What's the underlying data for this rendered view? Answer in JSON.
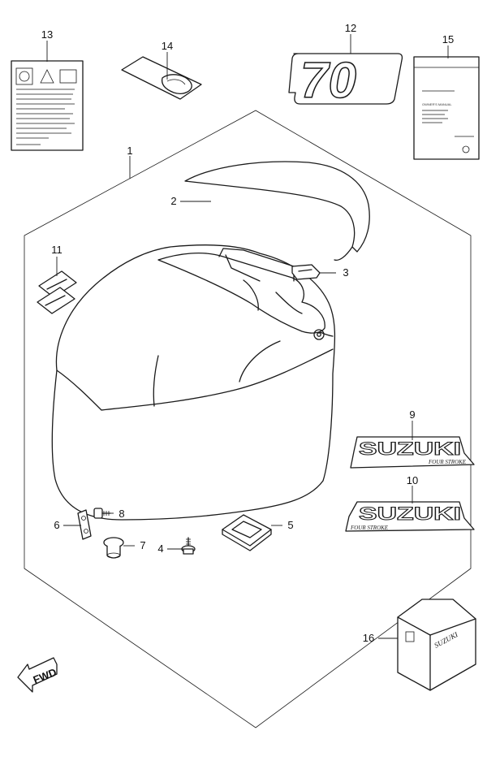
{
  "callouts": [
    {
      "id": "1",
      "label": "1"
    },
    {
      "id": "2",
      "label": "2"
    },
    {
      "id": "3",
      "label": "3"
    },
    {
      "id": "4",
      "label": "4"
    },
    {
      "id": "5",
      "label": "5"
    },
    {
      "id": "6",
      "label": "6"
    },
    {
      "id": "7",
      "label": "7"
    },
    {
      "id": "8",
      "label": "8"
    },
    {
      "id": "9",
      "label": "9"
    },
    {
      "id": "10",
      "label": "10"
    },
    {
      "id": "11",
      "label": "11"
    },
    {
      "id": "12",
      "label": "12"
    },
    {
      "id": "13",
      "label": "13"
    },
    {
      "id": "14",
      "label": "14"
    },
    {
      "id": "15",
      "label": "15"
    },
    {
      "id": "16",
      "label": "16"
    }
  ],
  "decals": {
    "model_number": "70",
    "brand_text": "SUZUKI",
    "brand_sub": "FOUR STROKE",
    "manual_title": "OWNER'S MANUAL",
    "cover_brand": "SUZUKI"
  },
  "fwd_label": "FWD",
  "colors": {
    "line": "#1a1a1a",
    "background": "#ffffff"
  }
}
